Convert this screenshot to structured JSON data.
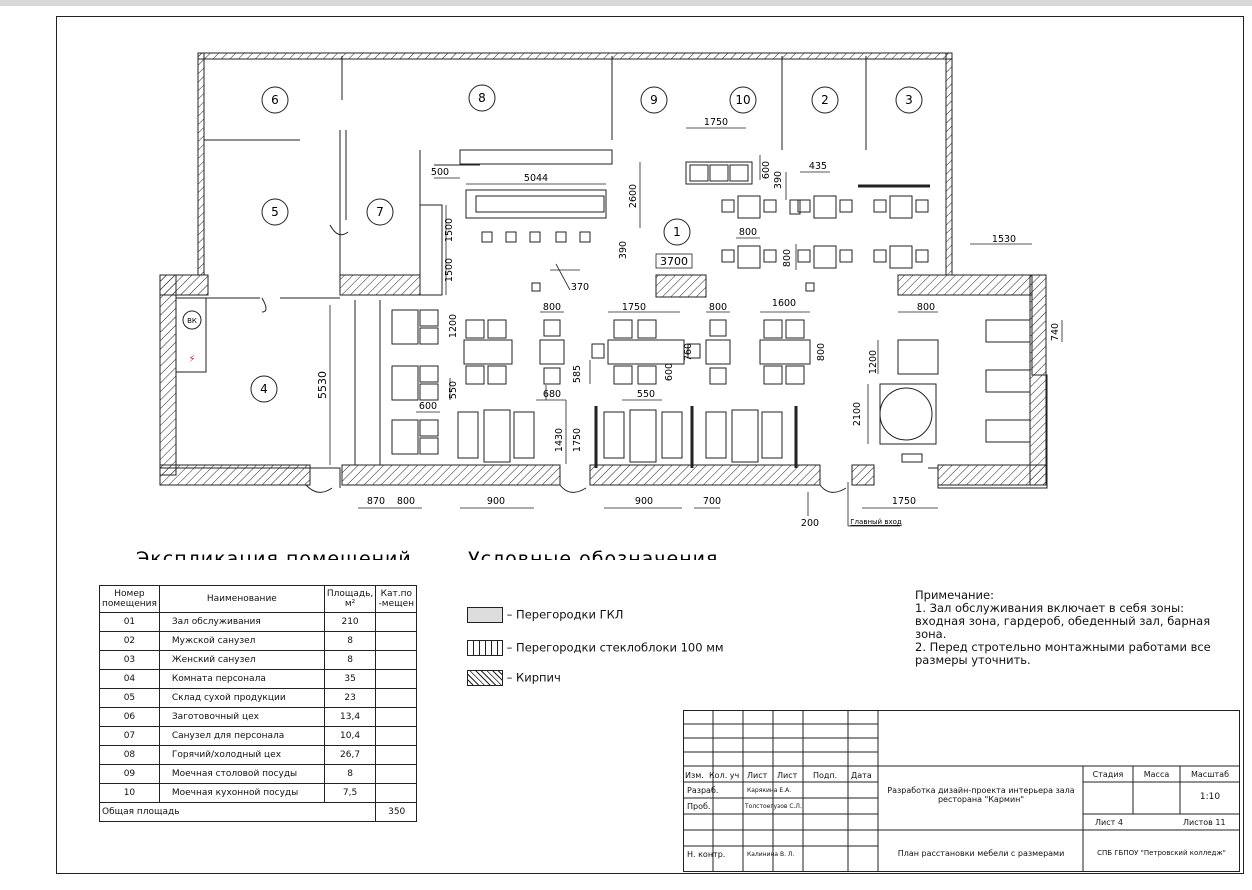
{
  "plan": {
    "rooms": [
      {
        "num": "6"
      },
      {
        "num": "8"
      },
      {
        "num": "9"
      },
      {
        "num": "10"
      },
      {
        "num": "2"
      },
      {
        "num": "3"
      },
      {
        "num": "5"
      },
      {
        "num": "7"
      },
      {
        "num": "1"
      },
      {
        "num": "4"
      }
    ],
    "icons": {
      "vk": "ВК",
      "electric": "⚡"
    },
    "dims": [
      "1750",
      "600",
      "390",
      "435",
      "500",
      "5044",
      "2600",
      "1500",
      "1500",
      "390",
      "800",
      "800",
      "3700",
      "370",
      "1530",
      "800",
      "740",
      "800",
      "1750",
      "800",
      "1600",
      "1200",
      "760",
      "600",
      "800",
      "585",
      "550",
      "680",
      "550",
      "1200",
      "5530",
      "600",
      "1430",
      "1750",
      "2100",
      "870",
      "800",
      "900",
      "900",
      "700",
      "1750",
      "200"
    ],
    "main_entrance": "Главный вход"
  },
  "explication": {
    "title": "Экспликация помещений",
    "headers": {
      "num": "Номер помещения",
      "name": "Наименование",
      "area": "Площадь, м²",
      "cat": "Кат.по -мещен"
    },
    "rows": [
      {
        "num": "01",
        "name": "Зал обслуживания",
        "area": "210"
      },
      {
        "num": "02",
        "name": "Мужской санузел",
        "area": "8"
      },
      {
        "num": "03",
        "name": "Женский санузел",
        "area": "8"
      },
      {
        "num": "04",
        "name": "Комната персонала",
        "area": "35"
      },
      {
        "num": "05",
        "name": "Склад сухой продукции",
        "area": "23"
      },
      {
        "num": "06",
        "name": "Заготовочный цех",
        "area": "13,4"
      },
      {
        "num": "07",
        "name": "Санузел для персонала",
        "area": "10,4"
      },
      {
        "num": "08",
        "name": "Горячий/холодный цех",
        "area": "26,7"
      },
      {
        "num": "09",
        "name": "Моечная столовой посуды",
        "area": "8"
      },
      {
        "num": "10",
        "name": "Моечная кухонной посуды",
        "area": "7,5"
      }
    ],
    "total_label": "Общая площадь",
    "total_value": "350"
  },
  "legend": {
    "title": "Условные обозначения",
    "items": [
      "– Перегородки ГКЛ",
      "– Перегородки стеклоблоки 100 мм",
      "– Кирпич"
    ]
  },
  "note": {
    "heading": "Примечание:",
    "line1": "1. Зал обслуживания включает в себя зоны: входная зона, гардероб, обеденный зал, барная зона.",
    "line2": "2. Перед стротельно монтажными работами все размеры уточнить."
  },
  "stamp": {
    "izm": "Изм.",
    "kol": "Кол. уч",
    "list": "Лист",
    "list2": "Лист",
    "podp": "Подп.",
    "data": "Дата",
    "razrab": "Разраб.",
    "razrab_name": "Карякина Е.А.",
    "prov": "Проб.",
    "prov_name": "Толстоегузов С.Л.",
    "nkontr": "Н. контр.",
    "nkontr_name": "Калинина В. Л.",
    "project": "Разработка дизайн-проекта интерьера зала ресторана \"Кармин\"",
    "sheet_title": "План расстановки мебели с размерами",
    "stage": "Стадия",
    "mass": "Масса",
    "scale": "Масштаб",
    "scale_value": "1:10",
    "sheet": "Лист 4",
    "sheets": "Листов 11",
    "org": "СПБ ГБПОУ \"Петровский колледж\""
  }
}
